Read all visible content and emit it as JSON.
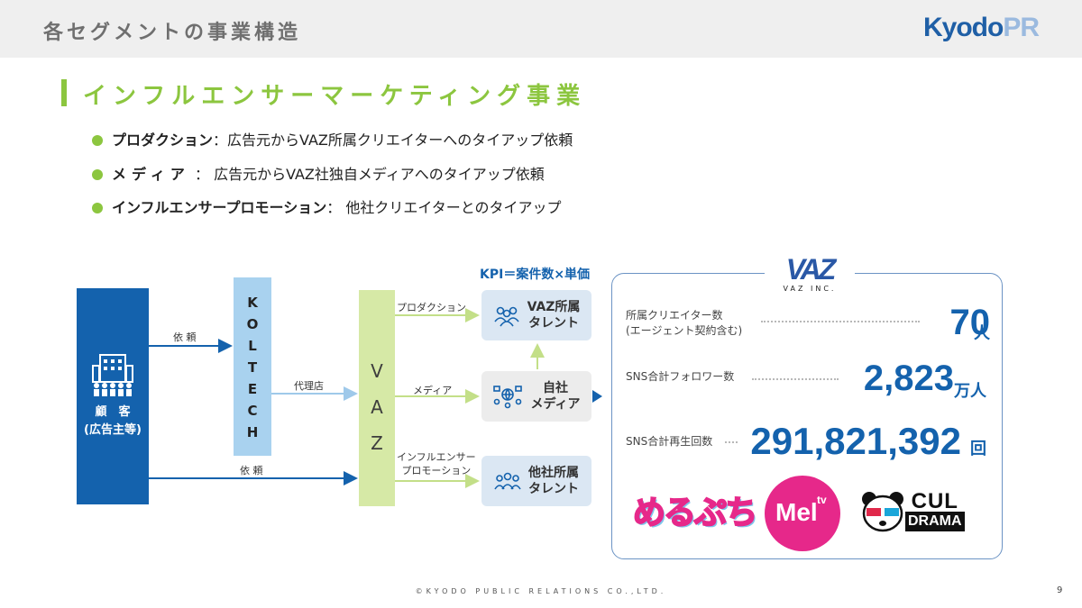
{
  "header": {
    "title": "各セグメントの事業構造",
    "logo_main": "Kyodo",
    "logo_accent": "PR"
  },
  "section": {
    "title": "インフルエンサーマーケティング事業"
  },
  "bullets": [
    {
      "term": "プロダクション",
      "text": "：広告元からVAZ所属クリエイターへのタイアップ依頼"
    },
    {
      "term": "メディア",
      "text": " ： 広告元からVAZ社独自メディアへのタイアップ依頼"
    },
    {
      "term": "インフルエンサープロモーション",
      "text": "： 他社クリエイターとのタイアップ"
    }
  ],
  "diagram": {
    "client_line1": "顧　客",
    "client_line2": "(広告主等)",
    "koltech_letters": [
      "K",
      "O",
      "L",
      "T",
      "E",
      "C",
      "H"
    ],
    "vaz_letters": [
      "V",
      "A",
      "Z"
    ],
    "request_label_top": "依 頼",
    "request_label_bottom": "依 頼",
    "agency_label": "代理店",
    "kpi": "KPI＝案件数×単価",
    "route_production": "プロダクション",
    "route_media": "メディア",
    "route_influencer": "インフルエンサー\nプロモーション",
    "node_vaz_talent": "VAZ所属\nタレント",
    "node_media": "自社\nメディア",
    "node_other_talent": "他社所属\nタレント",
    "icons": [
      "building-icon",
      "people-icon",
      "media-icon"
    ]
  },
  "stats": {
    "company_logo": "VAZ",
    "company_sub": "VAZ INC.",
    "creators_label_line1": "所属クリエイター数",
    "creators_label_line2": "(エージェント契約含む)",
    "creators_value": "70",
    "creators_unit": "人",
    "followers_label": "SNS合計フォロワー数",
    "followers_value": "2,823",
    "followers_unit": "万人",
    "plays_label": "SNS合計再生回数",
    "plays_value": "291,821,392",
    "plays_unit": "回",
    "brands": [
      "めるぷち",
      "Mel",
      "tv",
      "CUL",
      "DRAMA"
    ]
  },
  "colors": {
    "accent_green": "#8cc63f",
    "brand_blue": "#1462ad",
    "koltech_blue": "#a9d2ef",
    "vaz_green": "#d6e9a6",
    "pink": "#e6288a"
  },
  "footer": {
    "copyright": "©KYODO PUBLIC RELATIONS CO.,LTD.",
    "page": "9"
  }
}
